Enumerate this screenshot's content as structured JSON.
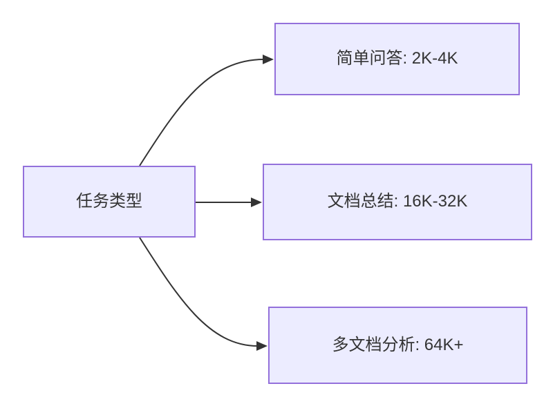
{
  "diagram": {
    "type": "flowchart-left-to-right",
    "root": {
      "label": "任务类型"
    },
    "branches": [
      {
        "label": "简单问答: 2K-4K"
      },
      {
        "label": "文档总结: 16K-32K"
      },
      {
        "label": "多文档分析: 64K+"
      }
    ],
    "edges": [
      {
        "from": "任务类型",
        "to": "简单问答: 2K-4K"
      },
      {
        "from": "任务类型",
        "to": "文档总结: 16K-32K"
      },
      {
        "from": "任务类型",
        "to": "多文档分析: 64K+"
      }
    ],
    "colors": {
      "node_fill": "#ECECFF",
      "node_border": "#9370DB",
      "edge_stroke": "#333333",
      "text": "#333333",
      "background": "#FFFFFF"
    }
  }
}
